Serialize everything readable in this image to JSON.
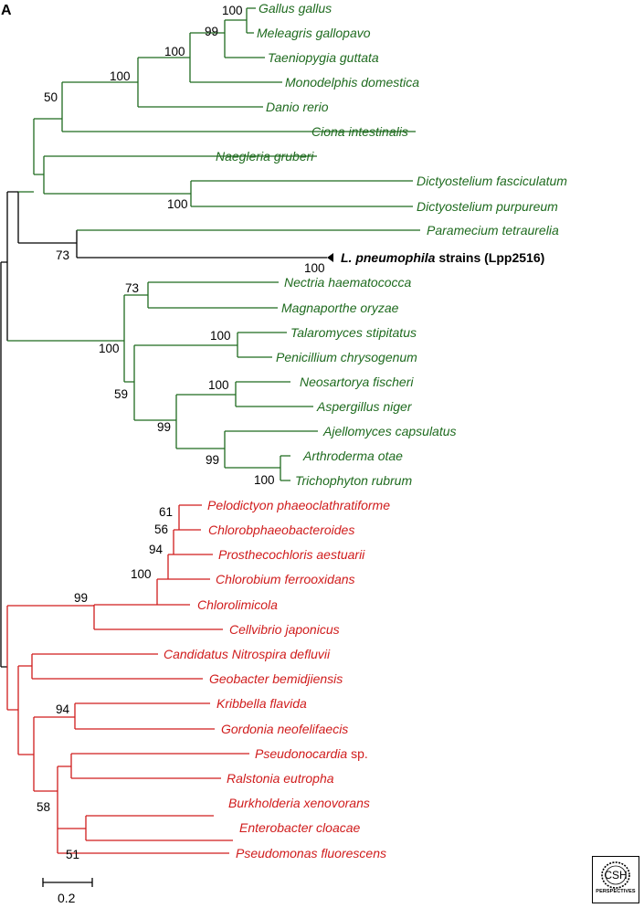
{
  "panel_label": "A",
  "colors": {
    "green": "#1f6b1f",
    "red": "#d01c1c",
    "black": "#000000"
  },
  "taxa": {
    "gallus": "Gallus gallus",
    "meleagris": "Meleagris gallopavo",
    "taeniopygia": "Taeniopygia guttata",
    "monodelphis": "Monodelphis domestica",
    "danio": "Danio rerio",
    "ciona": "Ciona intestinalis",
    "naegleria": "Naegleria gruberi",
    "dict_fasc": "Dictyostelium fasciculatum",
    "dict_purp": "Dictyostelium purpureum",
    "paramecium": "Paramecium tetraurelia",
    "lpn_italic": "L. pneumophila",
    "lpn_rest": " strains (Lpp2516)",
    "nectria": "Nectria haematococca",
    "magnaporthe": "Magnaporthe oryzae",
    "talaromyces": "Talaromyces stipitatus",
    "penicillium": "Penicillium chrysogenum",
    "neosartorya": "Neosartorya fischeri",
    "aspergillus": "Aspergillus niger",
    "ajellomyces": "Ajellomyces capsulatus",
    "arthroderma": "Arthroderma otae",
    "trichophyton": "Trichophyton rubrum",
    "pelodictyon": "Pelodictyon phaeoclathratiforme",
    "chlorobphaeo": "Chlorobphaeobacteroides",
    "prosthecochloris": "Prosthecochloris aestuarii",
    "chlorobium": "Chlorobium ferrooxidans",
    "chlorolimicola": "Chlorolimicola",
    "cellvibrio": "Cellvibrio japonicus",
    "nitrospira": "Candidatus Nitrospira defluvii",
    "geobacter": "Geobacter bemidjiensis",
    "kribbella": "Kribbella flavida",
    "gordonia": "Gordonia neofelifaecis",
    "pseudonocardia_italic": "Pseudonocardia",
    "pseudonocardia_rest": " sp.",
    "ralstonia": "Ralstonia eutropha",
    "burkholderia": "Burkholderia xenovorans",
    "enterobacter": "Enterobacter cloacae",
    "pseudomonas": "Pseudomonas fluorescens"
  },
  "bootstrap": {
    "gallus_meleagris": "100",
    "birds": "99",
    "amniotes": "100",
    "vertebrates": "100",
    "chordates": "50",
    "dictyostelium": "100",
    "paramecium_lpn": "73",
    "lpn_strains": "100",
    "nectria_magnaporthe": "73",
    "fungi": "100",
    "talaromyces_penicillium": "100",
    "eurotiales": "59",
    "neosartorya_aspergillus": "100",
    "aspergillaceae_onygenales": "99",
    "onygenales": "99",
    "arthroderma_trichophyton": "100",
    "pelodictyon_chlorobphaeo": "61",
    "chlorobi_a": "56",
    "chlorobi_b": "94",
    "chlorobi": "100",
    "chlorobi_cellvibrio": "99",
    "kribbella_gordonia": "94",
    "proteo": "58",
    "enterobacter_pseudomonas": "51"
  },
  "scale_bar": {
    "label": "0.2"
  },
  "logo": {
    "top": "CSH",
    "bottom": "PERSPECTIVES"
  }
}
